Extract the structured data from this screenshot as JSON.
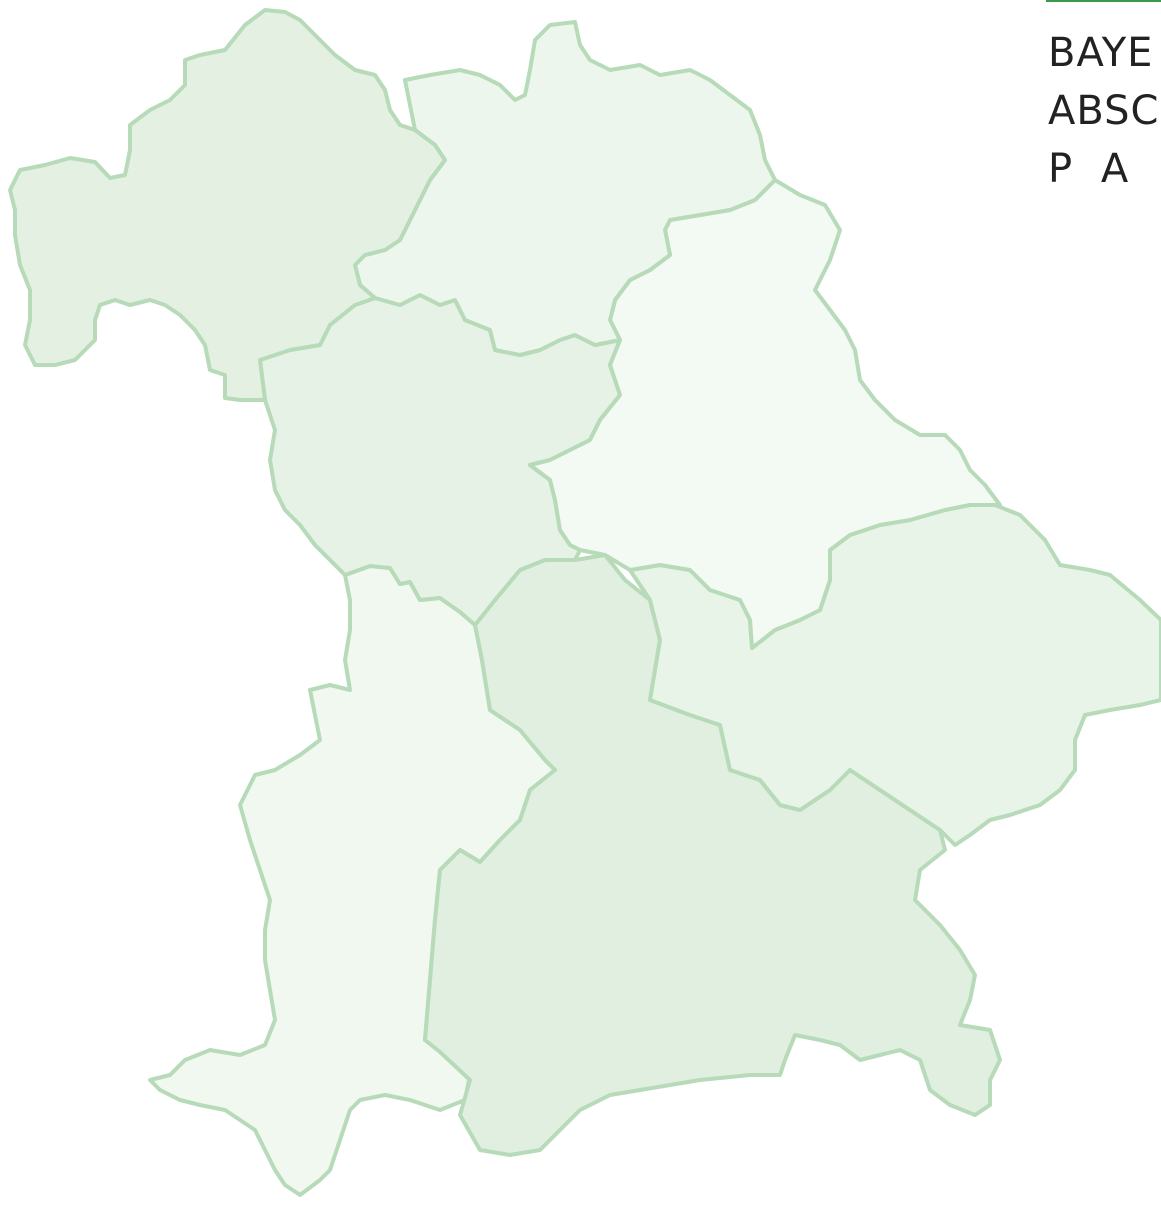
{
  "header": {
    "lines": [
      "BAYE",
      "ABSC",
      "P  A"
    ]
  },
  "map": {
    "stroke_color": "#b7dab9",
    "regions": [
      {
        "id": "unterfranken",
        "fill": "#e3f0e2"
      },
      {
        "id": "oberfranken",
        "fill": "#edf6ec"
      },
      {
        "id": "oberpfalz",
        "fill": "#f3f9f3"
      },
      {
        "id": "mittelfranken",
        "fill": "#e6f2e5"
      },
      {
        "id": "niederbayern",
        "fill": "#e8f4e7"
      },
      {
        "id": "schwaben",
        "fill": "#f1f8f0"
      },
      {
        "id": "oberbayern",
        "fill": "#e0efdf"
      }
    ]
  },
  "colors": {
    "accent": "#3a9a4c",
    "text": "#222222"
  }
}
